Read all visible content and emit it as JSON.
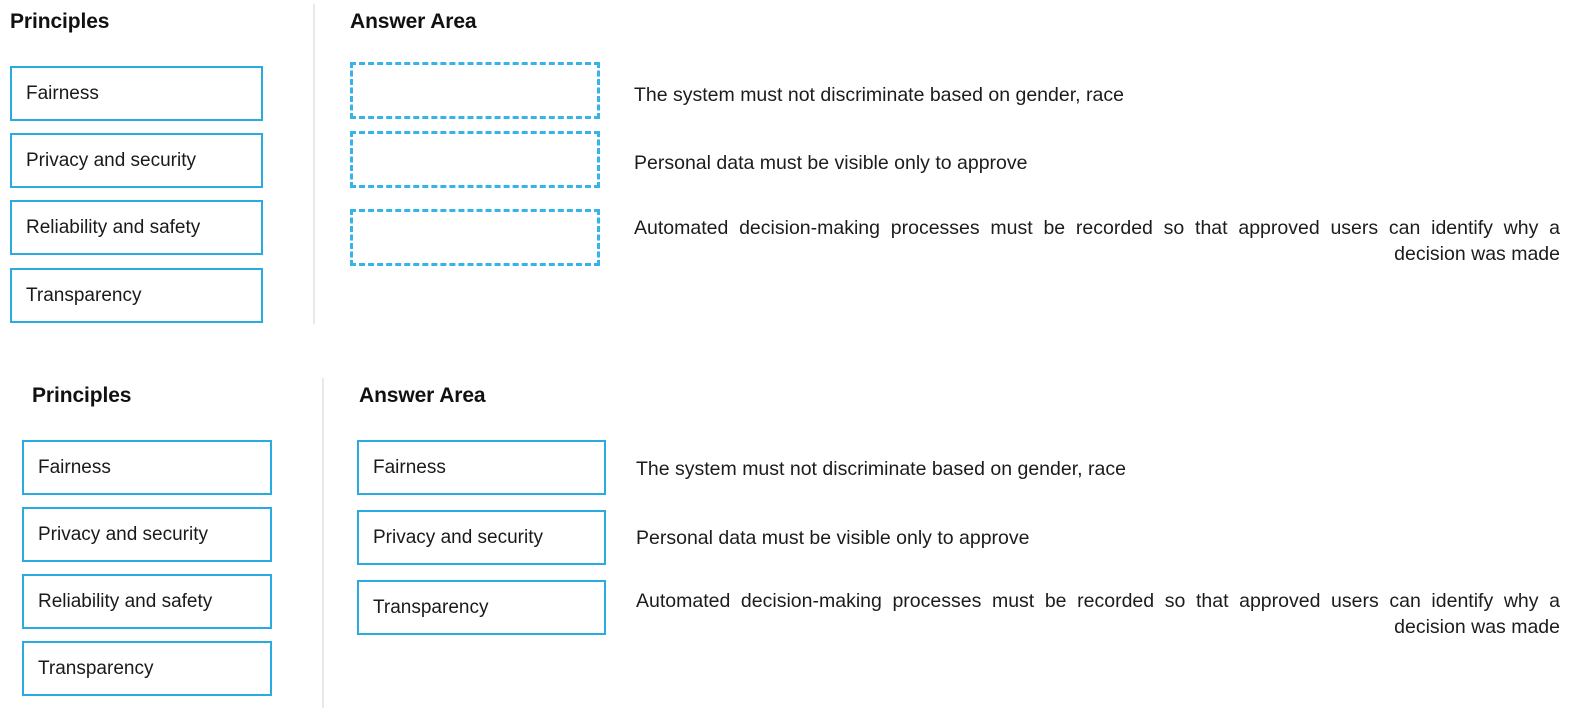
{
  "accent_color": "#29ABE2",
  "dropzone_color": "#36b4e8",
  "divider_color": "#e8e8e8",
  "text_color": "#1a1a1a",
  "question": {
    "principles_heading": "Principles",
    "answer_heading": "Answer Area",
    "principles": [
      {
        "label": "Fairness"
      },
      {
        "label": "Privacy and security"
      },
      {
        "label": "Reliability and safety"
      },
      {
        "label": "Transparency"
      }
    ],
    "dropzones": [
      {
        "label": "",
        "placeholder_index": "1"
      },
      {
        "label": "",
        "placeholder_index": "2"
      },
      {
        "label": "",
        "placeholder_index": "3"
      }
    ],
    "statements": [
      "The system must not discriminate based on gender, race",
      "Personal data must be visible only to approve",
      "Automated decision-making processes must be recorded so that approved users can identify why a decision was made"
    ]
  },
  "answer": {
    "principles_heading": "Principles",
    "answer_heading": "Answer Area",
    "principles": [
      {
        "label": "Fairness"
      },
      {
        "label": "Privacy and security"
      },
      {
        "label": "Reliability and safety"
      },
      {
        "label": "Transparency"
      }
    ],
    "placed": [
      {
        "label": "Fairness"
      },
      {
        "label": "Privacy and security"
      },
      {
        "label": "Transparency"
      }
    ],
    "statements": [
      "The system must not discriminate based on gender, race",
      "Personal data must be visible only to approve",
      "Automated decision-making processes must be recorded so that approved users can identify why a decision was made"
    ]
  }
}
